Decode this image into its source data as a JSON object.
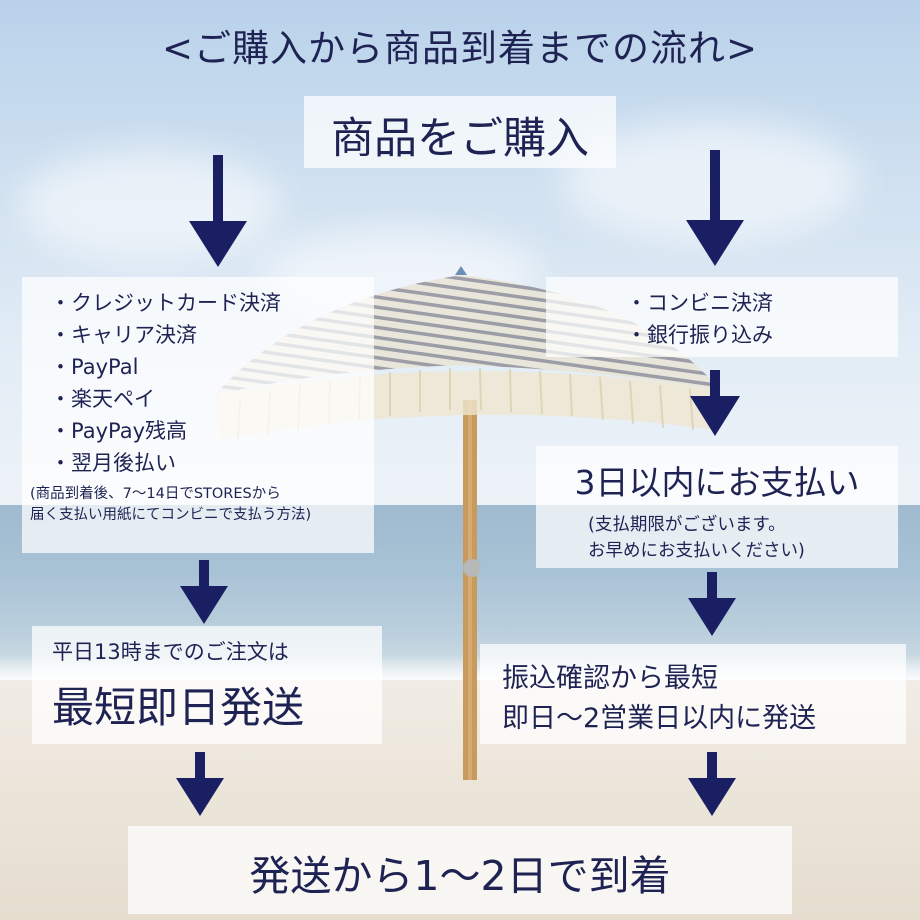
{
  "title": "<ご購入から商品到着までの流れ>",
  "start": {
    "label": "商品をご購入"
  },
  "left": {
    "methods": [
      "・クレジットカード決済",
      "・キャリア決済",
      "・PayPal",
      "・楽天ペイ",
      "・PayPay残高",
      "・翌月後払い"
    ],
    "note_lines": [
      "(商品到着後、7～14日でSTORESから",
      "届く支払い用紙にてコンビニで支払う方法)"
    ],
    "cutoff": "平日13時までのご注文は",
    "shipping": "最短即日発送"
  },
  "right": {
    "methods": [
      "・コンビニ決済",
      "・銀行振り込み"
    ],
    "deadline": "3日以内にお支払い",
    "deadline_note_lines": [
      "(支払期限がございます。",
      "お早めにお支払いください)"
    ],
    "shipping_lines": [
      "振込確認から最短",
      "即日～2営業日以内に発送"
    ]
  },
  "end": {
    "label": "発送から1～2日で到着"
  },
  "colors": {
    "text": "#1e2353",
    "arrow": "#1a1f63"
  }
}
